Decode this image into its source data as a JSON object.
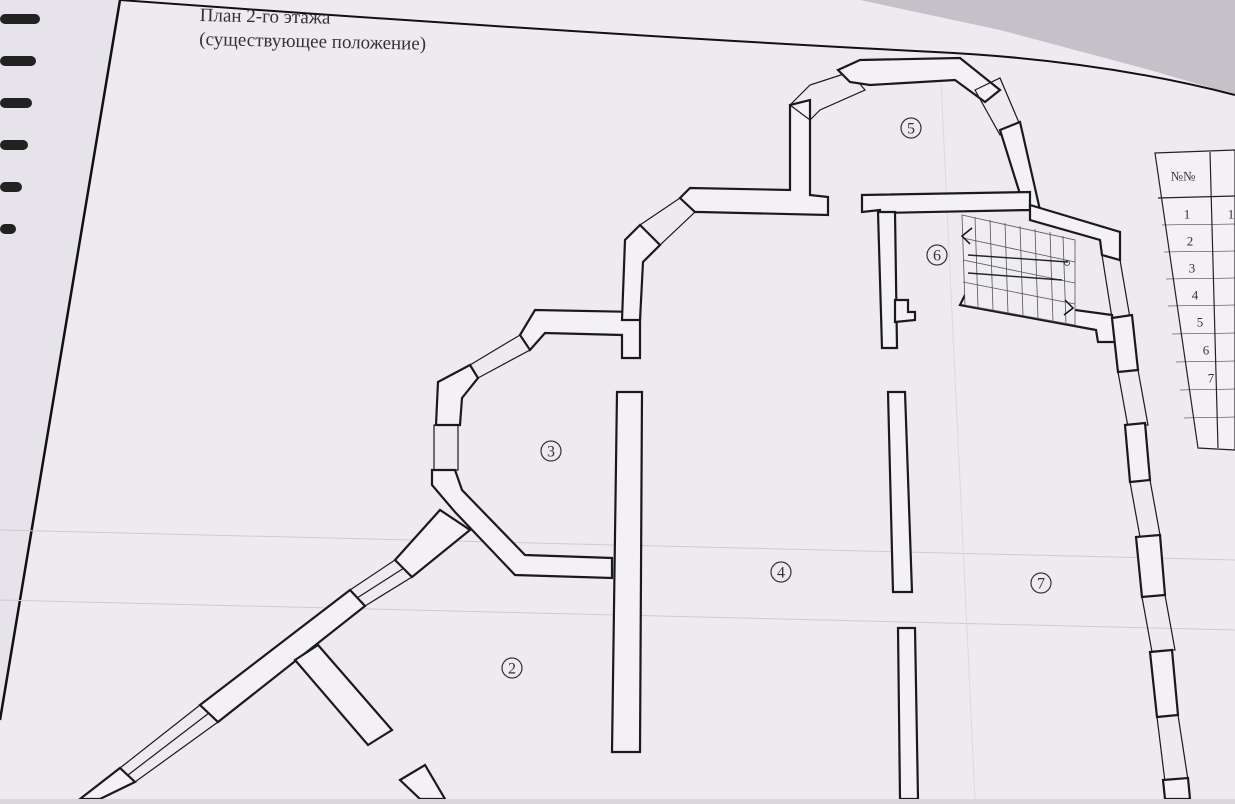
{
  "plan": {
    "title_line1": "План 2-го этажа",
    "title_line2": "(существующее положение)",
    "rooms": [
      {
        "id": "room-2",
        "label": "2"
      },
      {
        "id": "room-3",
        "label": "3"
      },
      {
        "id": "room-4",
        "label": "4"
      },
      {
        "id": "room-5",
        "label": "5"
      },
      {
        "id": "room-6",
        "label": "6"
      },
      {
        "id": "room-7",
        "label": "7"
      }
    ]
  },
  "table": {
    "header": "№№",
    "rows": [
      "1",
      "2",
      "3",
      "4",
      "5",
      "6",
      "7"
    ],
    "second_col_first": "1"
  },
  "colors": {
    "paper": "#eeeaf0",
    "line": "#1a1a1a",
    "background": "#d9d7dc"
  }
}
